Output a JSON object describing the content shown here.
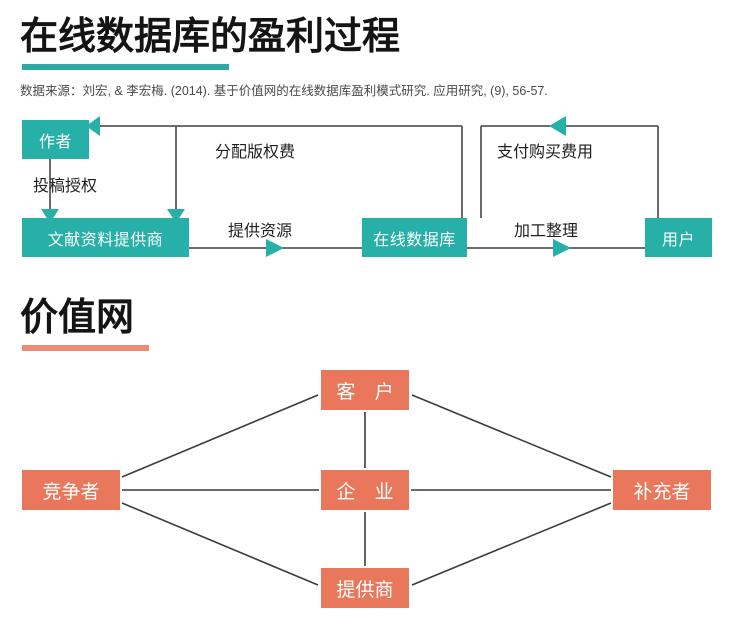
{
  "sections": [
    {
      "id": "profit-process",
      "title": "在线数据库的盈利过程",
      "accent_color": "#2aaaa4",
      "source_note": "数据来源：刘宏, & 李宏梅. (2014). 基于价值网的在线数据库盈利模式研究. 应用研究, (9), 56-57."
    },
    {
      "id": "value-net",
      "title": "价值网",
      "accent_color": "#ea8b75"
    }
  ],
  "flow_diagram": {
    "node_color": "#26b0a8",
    "line_color": "#5a5a5a",
    "nodes": [
      {
        "key": "author",
        "label": "作者"
      },
      {
        "key": "provider",
        "label": "文献资料提供商"
      },
      {
        "key": "database",
        "label": "在线数据库"
      },
      {
        "key": "user",
        "label": "用户"
      }
    ],
    "edges": [
      {
        "key": "grant",
        "label": "投稿授权",
        "from": "author",
        "to": "provider"
      },
      {
        "key": "royalty",
        "label": "分配版权费",
        "from": "database",
        "to": "author"
      },
      {
        "key": "supply",
        "label": "提供资源",
        "from": "provider",
        "to": "database"
      },
      {
        "key": "payment",
        "label": "支付购买费用",
        "from": "user",
        "to": "database"
      },
      {
        "key": "process",
        "label": "加工整理",
        "from": "database",
        "to": "user"
      }
    ]
  },
  "value_net_diagram": {
    "node_color": "#e8775b",
    "line_color": "#3c3c3c",
    "nodes": [
      {
        "key": "customer",
        "label": "客 户"
      },
      {
        "key": "firm",
        "label": "企 业"
      },
      {
        "key": "supplier",
        "label": "提供商"
      },
      {
        "key": "competitor",
        "label": "竞争者"
      },
      {
        "key": "complement",
        "label": "补充者"
      }
    ],
    "links": [
      {
        "from": "customer",
        "to": "firm"
      },
      {
        "from": "firm",
        "to": "supplier"
      },
      {
        "from": "competitor",
        "to": "firm"
      },
      {
        "from": "firm",
        "to": "complement"
      },
      {
        "from": "competitor",
        "to": "customer"
      },
      {
        "from": "customer",
        "to": "complement"
      },
      {
        "from": "competitor",
        "to": "supplier"
      },
      {
        "from": "supplier",
        "to": "complement"
      }
    ]
  }
}
